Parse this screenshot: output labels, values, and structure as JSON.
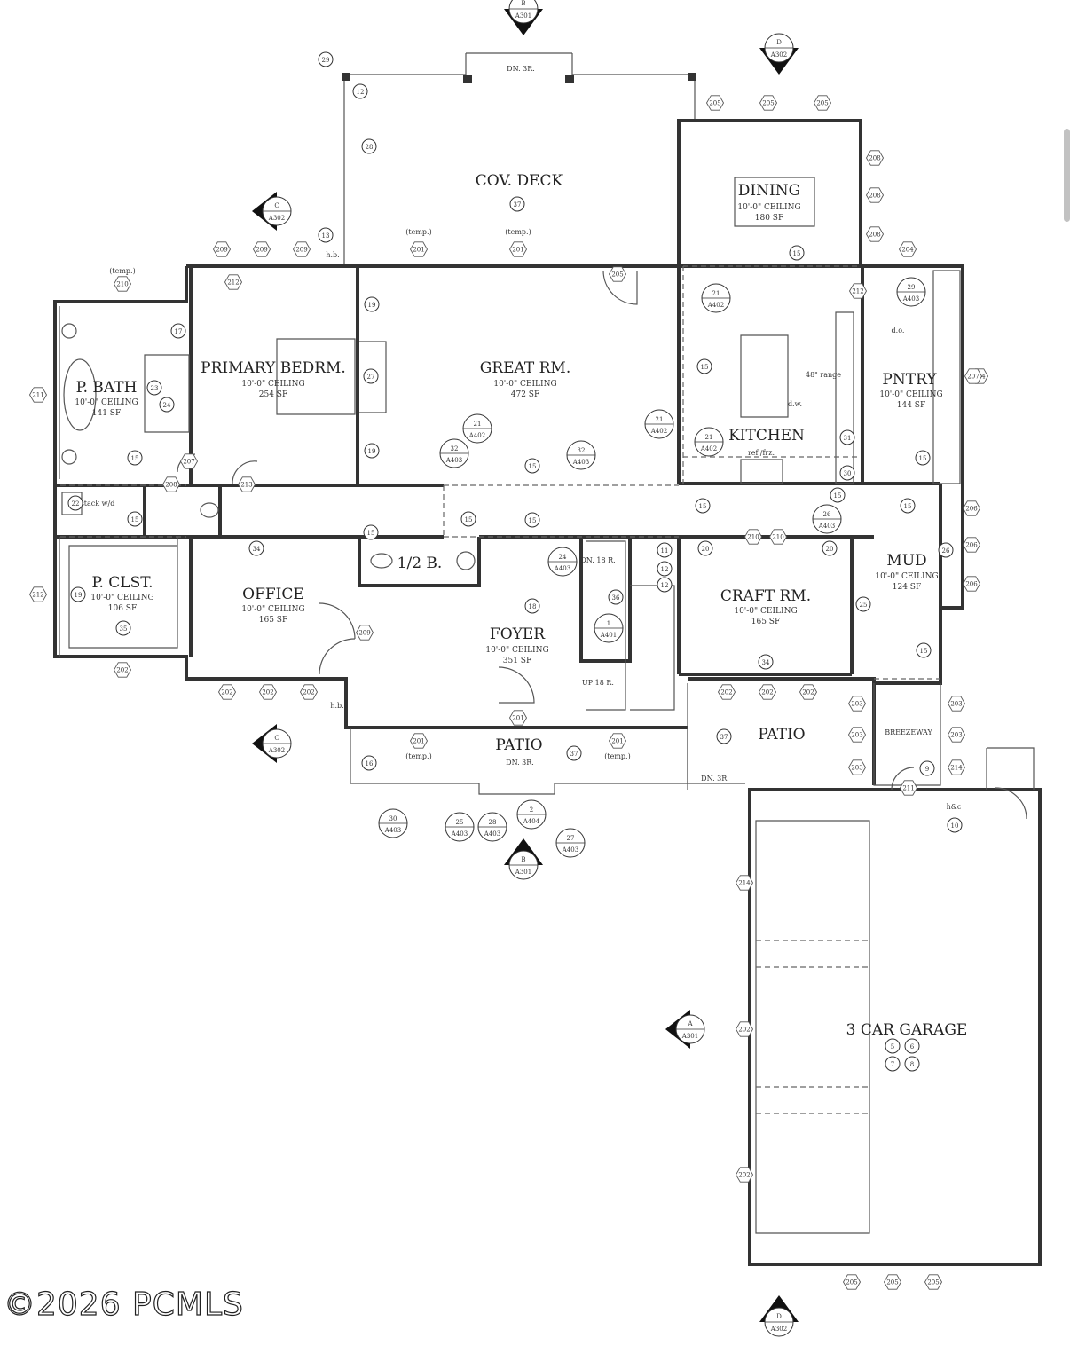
{
  "rooms": [
    {
      "id": "cov-deck",
      "name": "COV. DECK",
      "tag": "37"
    },
    {
      "id": "dining",
      "name": "DINING",
      "ceiling": "10'-0\" CEILING",
      "area": "180 SF"
    },
    {
      "id": "primary-bedroom",
      "name": "PRIMARY BEDRM.",
      "ceiling": "10'-0\" CEILING",
      "area": "254 SF"
    },
    {
      "id": "great-room",
      "name": "GREAT RM.",
      "ceiling": "10'-0\" CEILING",
      "area": "472 SF"
    },
    {
      "id": "primary-bath",
      "name": "P. BATH",
      "ceiling": "10'-0\" CEILING",
      "area": "141 SF"
    },
    {
      "id": "pantry",
      "name": "PNTRY",
      "ceiling": "10'-0\" CEILING",
      "area": "144 SF"
    },
    {
      "id": "kitchen",
      "name": "KITCHEN"
    },
    {
      "id": "primary-closet",
      "name": "P. CLST.",
      "ceiling": "10'-0\" CEILING",
      "area": "106 SF"
    },
    {
      "id": "office",
      "name": "OFFICE",
      "ceiling": "10'-0\" CEILING",
      "area": "165 SF"
    },
    {
      "id": "half-bath",
      "name": "1/2 B."
    },
    {
      "id": "foyer",
      "name": "FOYER",
      "ceiling": "10'-0\" CEILING",
      "area": "351 SF"
    },
    {
      "id": "craft-room",
      "name": "CRAFT RM.",
      "ceiling": "10'-0\" CEILING",
      "area": "165 SF"
    },
    {
      "id": "mud",
      "name": "MUD",
      "ceiling": "10'-0\" CEILING",
      "area": "124 SF"
    },
    {
      "id": "patio-front",
      "name": "PATIO"
    },
    {
      "id": "patio-side",
      "name": "PATIO"
    },
    {
      "id": "breezeway",
      "name": "BREEZEWAY"
    },
    {
      "id": "garage",
      "name": "3 CAR GARAGE"
    }
  ],
  "notes": {
    "hb": "h.b.",
    "temp": "(temp.)",
    "dn_3r": "DN. 3R.",
    "dn_18r": "DN. 18 R.",
    "up_18r": "UP 18 R.",
    "range": "48\" range",
    "dw": "d.w.",
    "do": "d.o.",
    "ref": "ref./frz.",
    "stack": "stack w/d",
    "hc": "h&c"
  },
  "section_markers": [
    {
      "letter": "B",
      "sheet": "A301"
    },
    {
      "letter": "D",
      "sheet": "A302"
    },
    {
      "letter": "C",
      "sheet": "A302"
    },
    {
      "letter": "C",
      "sheet": "A302"
    },
    {
      "letter": "B",
      "sheet": "A301"
    },
    {
      "letter": "A",
      "sheet": "A301"
    },
    {
      "letter": "D",
      "sheet": "A302"
    }
  ],
  "detail_callouts": [
    {
      "num": "21",
      "sheet": "A402"
    },
    {
      "num": "29",
      "sheet": "A403"
    },
    {
      "num": "21",
      "sheet": "A402"
    },
    {
      "num": "21",
      "sheet": "A402"
    },
    {
      "num": "32",
      "sheet": "A403"
    },
    {
      "num": "32",
      "sheet": "A403"
    },
    {
      "num": "21",
      "sheet": "A402"
    },
    {
      "num": "26",
      "sheet": "A403"
    },
    {
      "num": "24",
      "sheet": "A403"
    },
    {
      "num": "1",
      "sheet": "A401"
    },
    {
      "num": "30",
      "sheet": "A403"
    },
    {
      "num": "25",
      "sheet": "A403"
    },
    {
      "num": "28",
      "sheet": "A403"
    },
    {
      "num": "2",
      "sheet": "A404"
    },
    {
      "num": "27",
      "sheet": "A403"
    }
  ],
  "keynotes": [
    "29",
    "12",
    "28",
    "13",
    "17",
    "23",
    "24",
    "27",
    "19",
    "19",
    "15",
    "15",
    "15",
    "15",
    "15",
    "15",
    "15",
    "15",
    "15",
    "15",
    "15",
    "15",
    "15",
    "22",
    "19",
    "35",
    "34",
    "36",
    "11",
    "12",
    "12",
    "18",
    "20",
    "20",
    "34",
    "25",
    "26",
    "16",
    "37",
    "37",
    "37",
    "9",
    "10",
    "31",
    "30",
    "5",
    "6",
    "7",
    "8"
  ],
  "window_tags": [
    "205",
    "205",
    "205",
    "208",
    "208",
    "208",
    "204",
    "204",
    "209",
    "209",
    "209",
    "210",
    "211",
    "212",
    "212",
    "201",
    "201",
    "201",
    "201",
    "201",
    "205",
    "202",
    "202",
    "202",
    "202",
    "202",
    "202",
    "203",
    "203",
    "203",
    "203",
    "203",
    "206",
    "206",
    "206",
    "207",
    "207",
    "208",
    "209",
    "210",
    "210",
    "211",
    "212",
    "213",
    "214",
    "214",
    "202",
    "202",
    "202",
    "205",
    "205",
    "205"
  ],
  "watermark": "©2026 PCMLS"
}
